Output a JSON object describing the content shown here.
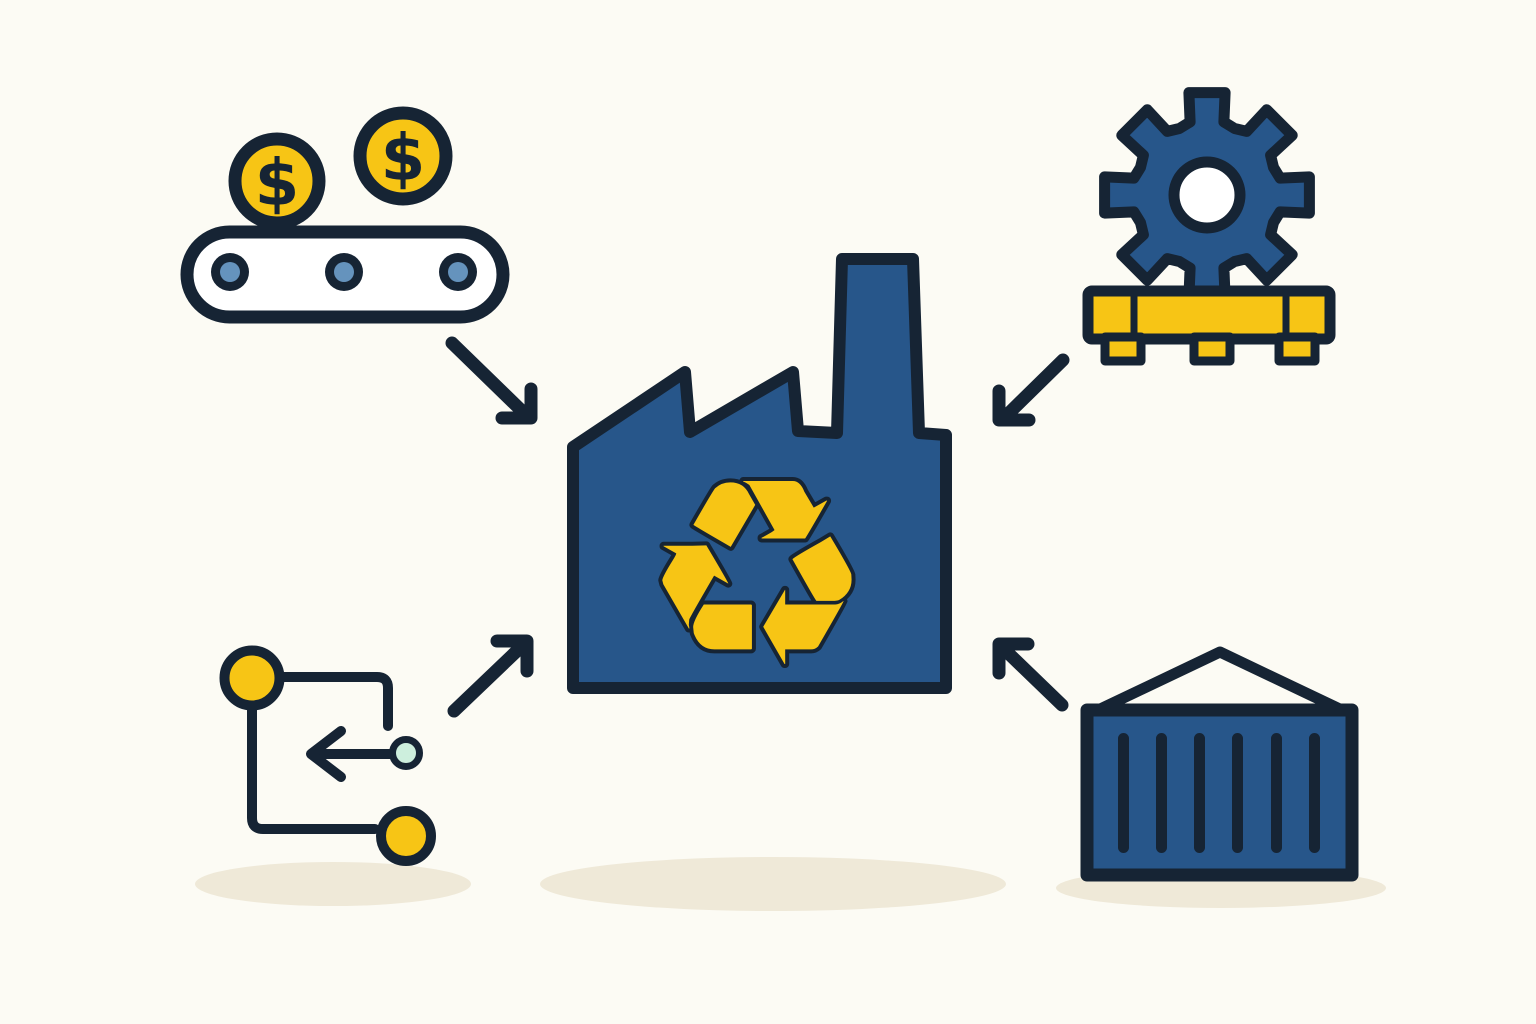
{
  "illustration": {
    "title": "recycling-factory-inputs-diagram",
    "coin_symbol": "$",
    "recycle_symbol": "♻",
    "center_node": {
      "id": "recycling-factory",
      "icon": "factory-with-recycle-symbol"
    },
    "input_nodes": [
      {
        "id": "money-conveyor",
        "position": "top-left",
        "icon": "coins-on-conveyor-belt"
      },
      {
        "id": "machinery-gear",
        "position": "top-right",
        "icon": "gear-on-yellow-mount"
      },
      {
        "id": "process-flow",
        "position": "bottom-left",
        "icon": "flowchart-nodes-with-return-arrow"
      },
      {
        "id": "shipping-container",
        "position": "bottom-right",
        "icon": "cargo-container-with-lifting-frame"
      }
    ],
    "arrows": [
      {
        "from": "money-conveyor",
        "to": "recycling-factory",
        "direction": "down-right"
      },
      {
        "from": "machinery-gear",
        "to": "recycling-factory",
        "direction": "down-left"
      },
      {
        "from": "process-flow",
        "to": "recycling-factory",
        "direction": "up-right"
      },
      {
        "from": "shipping-container",
        "to": "recycling-factory",
        "direction": "up-left"
      }
    ],
    "colors": {
      "background": "#FCFBF4",
      "outline": "#162434",
      "blue": "#27568A",
      "yellow": "#F7C515",
      "roller_blue": "#6593BD",
      "mint": "#CDEFDD",
      "white": "#FFFFFF",
      "shadow": "#EFE9D8"
    }
  }
}
